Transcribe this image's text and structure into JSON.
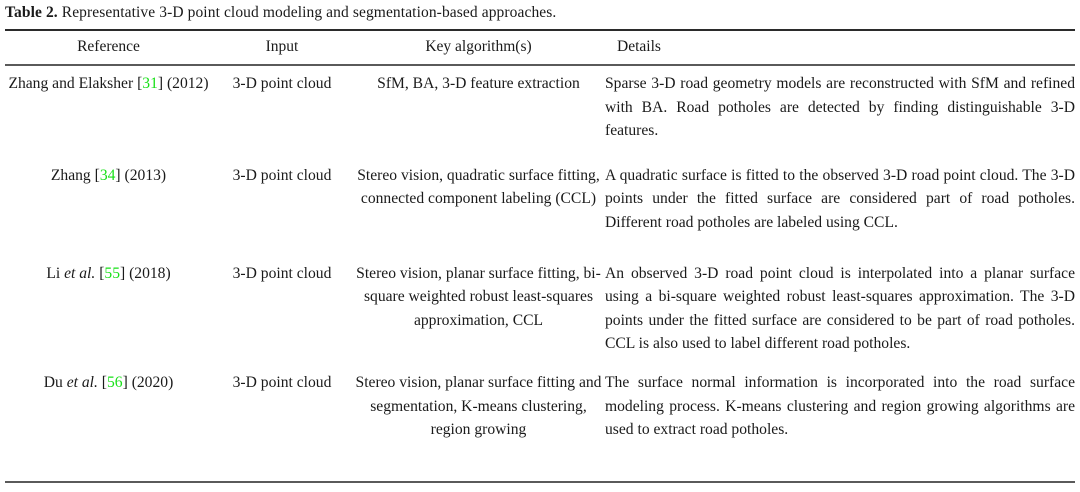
{
  "caption": {
    "label": "Table 2.",
    "text": " Representative 3-D point cloud modeling and segmentation-based approaches."
  },
  "colors": {
    "citation_link": "#18e018",
    "text": "#1a1a1a",
    "rule": "#5a5a5a"
  },
  "table": {
    "columns": [
      {
        "key": "reference",
        "label": "Reference",
        "align": "center"
      },
      {
        "key": "input",
        "label": "Input",
        "align": "center"
      },
      {
        "key": "algorithm",
        "label": "Key algorithm(s)",
        "align": "center"
      },
      {
        "key": "details",
        "label": "Details",
        "align": "left"
      }
    ],
    "rows": [
      {
        "reference_name": "Zhang and Elaksher",
        "reference_cite": "31",
        "reference_year": "(2012)",
        "reference_italic": "",
        "input": "3-D point cloud",
        "algorithm": "SfM, BA, 3-D feature extraction",
        "details": "Sparse 3-D road geometry models are reconstructed with SfM and refined with BA. Road potholes are detected by finding distinguishable 3-D features."
      },
      {
        "reference_name": "Zhang",
        "reference_cite": "34",
        "reference_year": "(2013)",
        "reference_italic": "",
        "input": "3-D point cloud",
        "algorithm": "Stereo vision, quadratic surface fitting, connected component labeling (CCL)",
        "details": "A quadratic surface is fitted to the observed 3-D road point cloud. The 3-D points under the fitted surface are considered part of road potholes. Different road potholes are labeled using CCL."
      },
      {
        "reference_name": "Li",
        "reference_italic": "et al.",
        "reference_cite": "55",
        "reference_year": "(2018)",
        "input": "3-D point cloud",
        "algorithm": "Stereo vision, planar surface fitting, bi-square weighted robust least-squares approximation, CCL",
        "details": "An observed 3-D road point cloud is interpolated into a planar surface using a bi-square weighted robust least-squares approximation. The 3-D points under the fitted surface are considered to be part of road potholes. CCL is also used to label different road potholes."
      },
      {
        "reference_name": "Du",
        "reference_italic": "et al.",
        "reference_cite": "56",
        "reference_year": "(2020)",
        "input": "3-D point cloud",
        "algorithm": "Stereo vision, planar surface fitting and segmentation, K-means clustering, region growing",
        "details": "The surface normal information is incorporated into the road surface modeling process. K-means clustering and region growing algorithms are used to extract road potholes."
      }
    ]
  }
}
